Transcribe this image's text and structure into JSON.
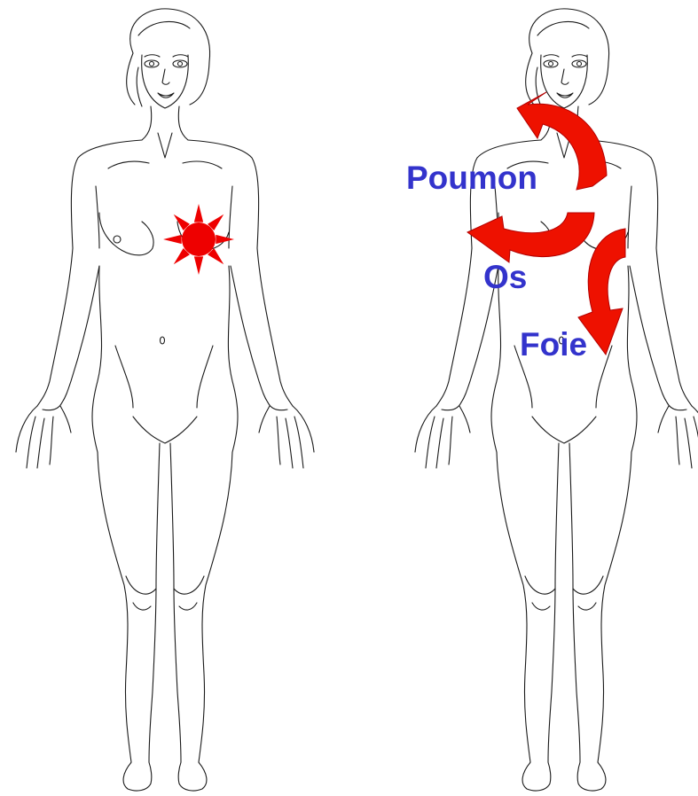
{
  "colors": {
    "outline": "#1a1a1a",
    "tumor": "#ee0000",
    "arrow": "#ee1100",
    "arrow_shadow": "#b30000",
    "label": "#3333cc"
  },
  "left_figure": {
    "marker": "sun-tumor-icon"
  },
  "right_figure": {
    "metastases": [
      {
        "label": "Poumon",
        "icon": "curved-arrow-icon"
      },
      {
        "label": "Os",
        "icon": "curved-arrow-icon"
      },
      {
        "label": "Foie",
        "icon": "curved-arrow-icon"
      }
    ]
  }
}
